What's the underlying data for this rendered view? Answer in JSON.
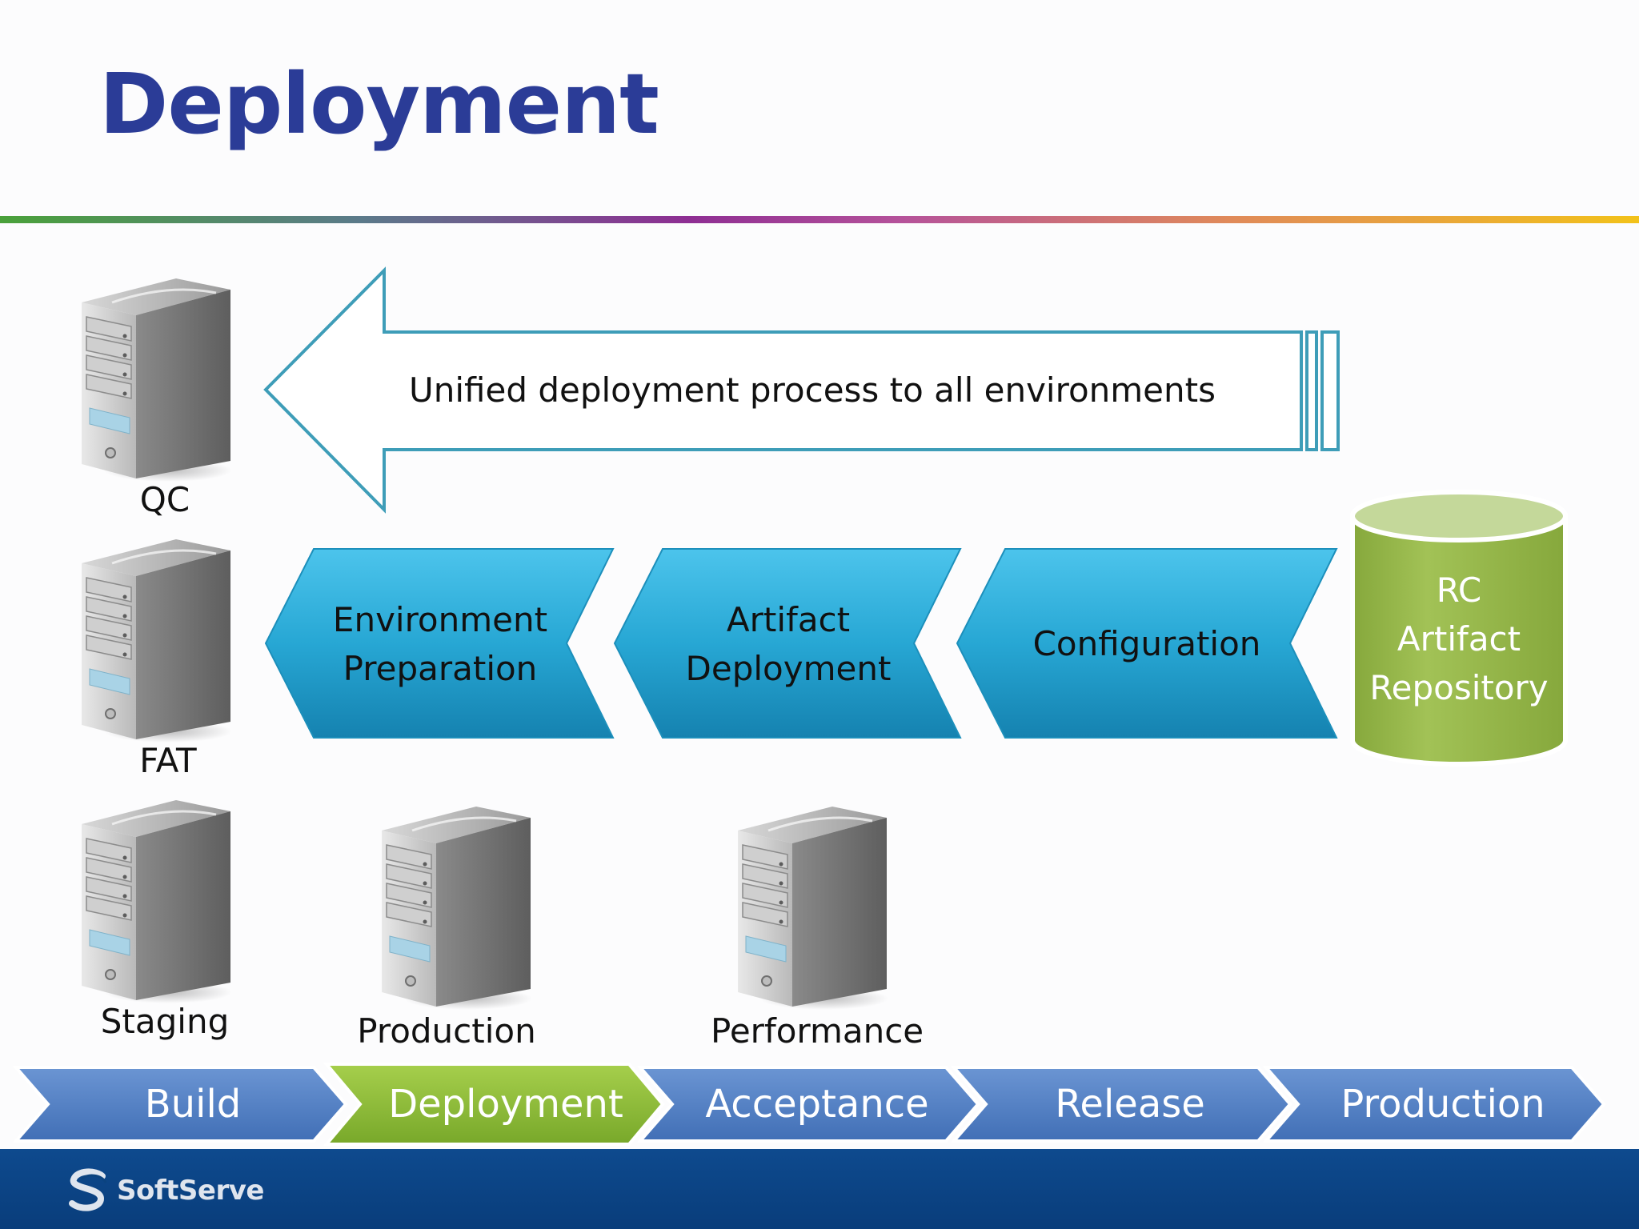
{
  "title": "Deployment",
  "arrow_text": "Unified deployment process to all environments",
  "process_steps": [
    {
      "line1": "Environment",
      "line2": "Preparation"
    },
    {
      "line1": "Artifact",
      "line2": "Deployment"
    },
    {
      "line1": "Configuration",
      "line2": ""
    }
  ],
  "repository": {
    "line1": "RC",
    "line2": "Artifact",
    "line3": "Repository"
  },
  "servers": [
    {
      "label": "QC"
    },
    {
      "label": "FAT"
    },
    {
      "label": "Staging"
    },
    {
      "label": "Production"
    },
    {
      "label": "Performance"
    }
  ],
  "pipeline": [
    {
      "label": "Build",
      "active": false
    },
    {
      "label": "Deployment",
      "active": true
    },
    {
      "label": "Acceptance",
      "active": false
    },
    {
      "label": "Release",
      "active": false
    },
    {
      "label": "Production",
      "active": false
    }
  ],
  "brand": "SoftServe",
  "colors": {
    "title": "#2b3c97",
    "step_blue": "#2aa9d6",
    "repository_green": "#9bbb4e",
    "pipeline_blue": "#4f7ec4",
    "pipeline_active": "#8db838",
    "footer": "#0b437f"
  }
}
